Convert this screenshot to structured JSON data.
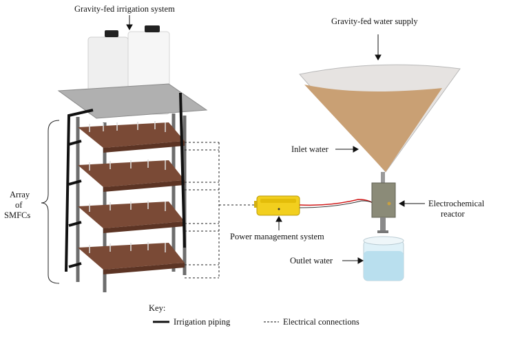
{
  "labels": {
    "irrigation_system": "Gravity-fed irrigation system",
    "water_supply": "Gravity-fed water supply",
    "inlet_water": "Inlet water",
    "reactor_line1": "Electrochemical",
    "reactor_line2": "reactor",
    "power_management": "Power management system",
    "outlet_water": "Outlet water",
    "array_line1": "Array",
    "array_line2": "of",
    "array_line3": "SMFCs"
  },
  "key": {
    "title": "Key:",
    "irrigation_piping": "Irrigation piping",
    "electrical_connections": "Electrical connections"
  },
  "colors": {
    "soil": "#7a4a36",
    "water_cone": "#c9a074",
    "outlet_water": "#b9dfee",
    "power_box": "#f2cf1e",
    "frame": "#6d6d6d",
    "pipe": "#111111",
    "wire": "#d01818"
  }
}
